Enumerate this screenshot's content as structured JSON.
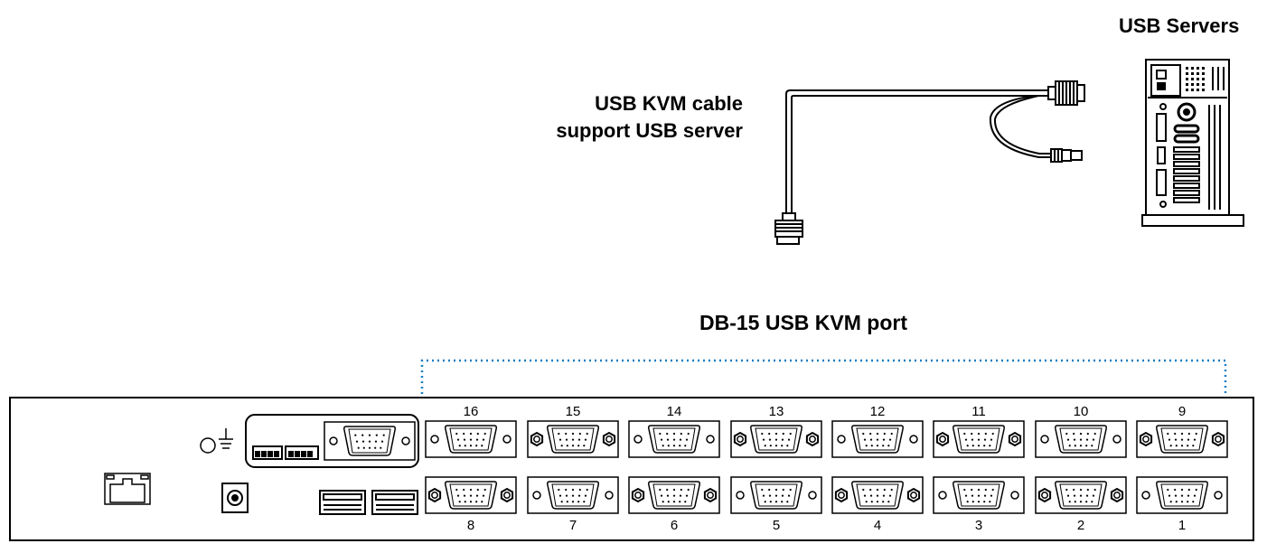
{
  "labels": {
    "usb_servers": "USB Servers",
    "cable_line1": "USB KVM cable",
    "cable_line2": "support USB server",
    "port_group": "DB-15 USB KVM port"
  },
  "ports_top": [
    "16",
    "15",
    "14",
    "13",
    "12",
    "11",
    "10",
    "9"
  ],
  "ports_bottom": [
    "8",
    "7",
    "6",
    "5",
    "4",
    "3",
    "2",
    "1"
  ],
  "icons": {
    "server": "tower-server-icon",
    "cable": "kvm-cable-icon",
    "ground": "ground-symbol-icon",
    "rj45": "rj45-port-icon",
    "power": "dc-power-jack-icon",
    "usb": "usb-a-port-icon",
    "vga": "db15-vga-port-icon"
  },
  "colors": {
    "bracket": "#1a7fc4",
    "line": "#000000"
  }
}
